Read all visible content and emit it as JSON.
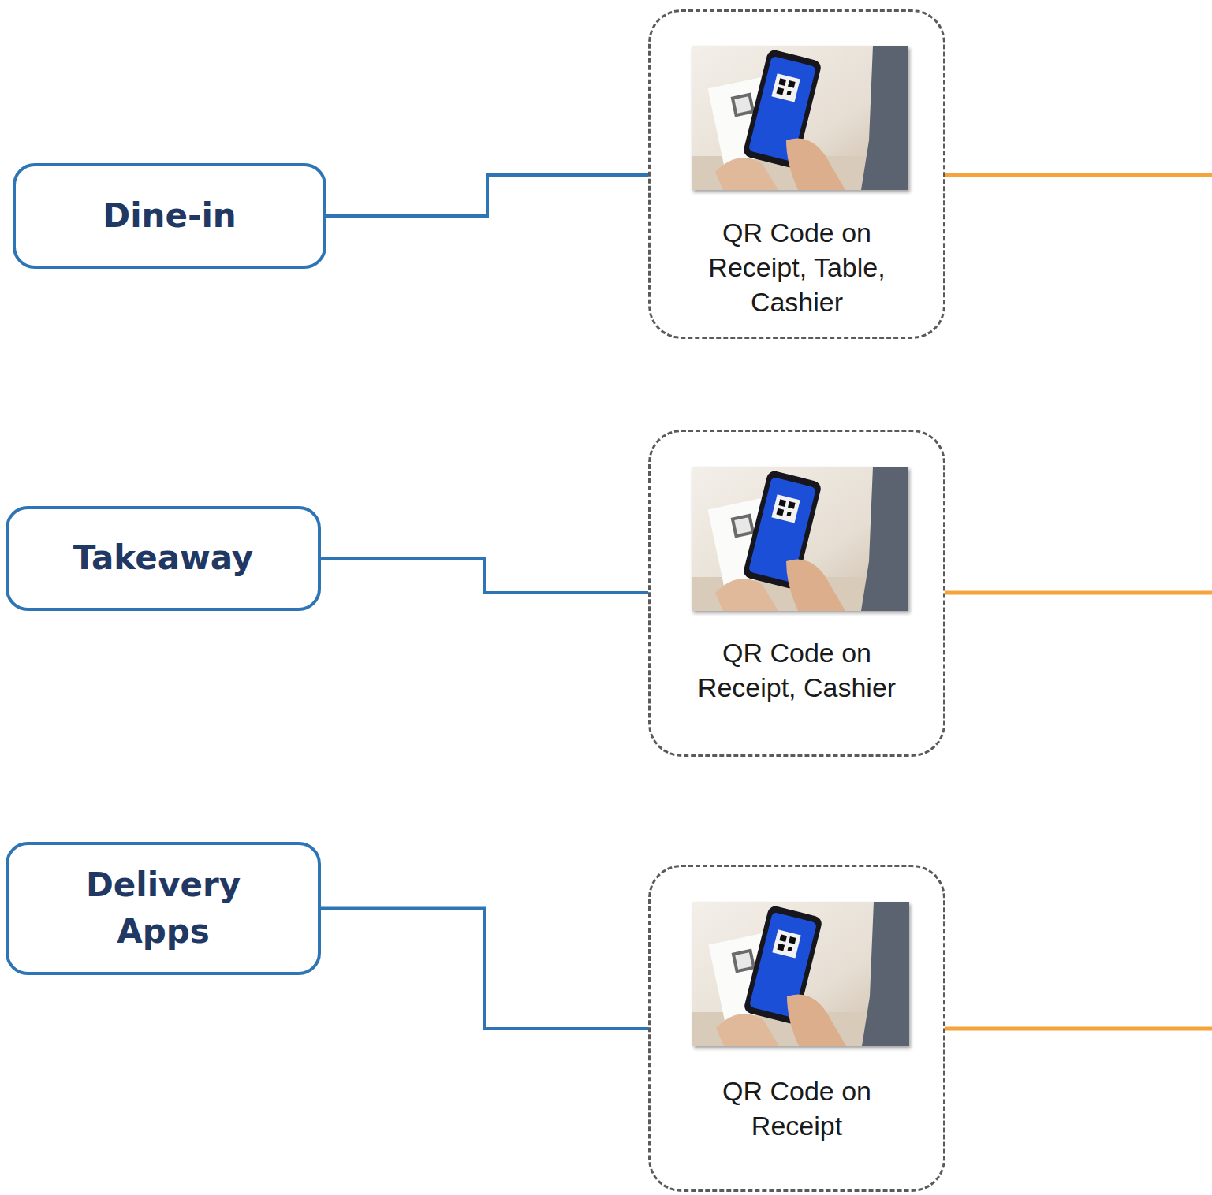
{
  "diagram": {
    "nodes": [
      {
        "text": [
          "Dine-in"
        ]
      },
      {
        "text": [
          "QR Code on Receipt, Table, Cashier"
        ]
      },
      {
        "text": [
          "Takeaway"
        ]
      },
      {
        "text": [
          "QR Code on Receipt, Cashier"
        ]
      },
      {
        "text": [
          "Delivery Apps"
        ]
      },
      {
        "text": [
          "QR Code on Receipt"
        ]
      }
    ],
    "edges": [
      {
        "from": 0,
        "to": 1,
        "arrow": "none"
      },
      {
        "from": 2,
        "to": 3,
        "arrow": "none"
      },
      {
        "from": 4,
        "to": 5,
        "arrow": "none"
      }
    ]
  }
}
